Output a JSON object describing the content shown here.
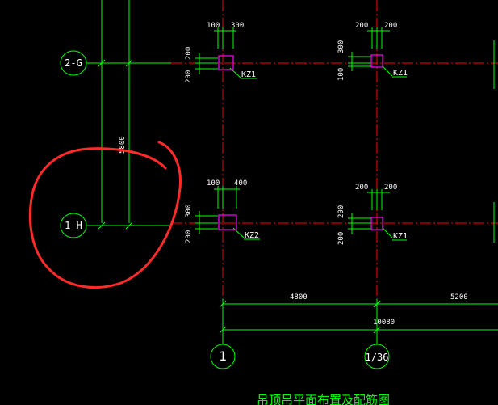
{
  "axes": {
    "row_upper": "2-G",
    "row_lower": "1-H",
    "col_left": "1",
    "col_right": "1/36"
  },
  "columns": {
    "kz1_upper_left": "KZ1",
    "kz1_upper_right": "KZ1",
    "kz2_lower_left": "KZ2",
    "kz1_lower_right": "KZ1"
  },
  "dimensions": {
    "ul_top_left": "100",
    "ul_top_right": "300",
    "ul_side_top": "200",
    "ul_side_bottom": "200",
    "ur_top_left": "200",
    "ur_top_right": "200",
    "ur_side_top": "300",
    "ur_side_bottom": "100",
    "ll_top_left": "100",
    "ll_top_right": "400",
    "ll_side_top": "300",
    "ll_side_bottom": "200",
    "lr_top_left": "200",
    "lr_top_right": "200",
    "lr_side_top": "200",
    "lr_side_bottom": "200",
    "left_vertical": "5800",
    "bay_1": "4800",
    "bay_2": "5200",
    "overall": "10080"
  },
  "title": "吊顶吊平面布置及配筋图",
  "colors": {
    "background": "#000000",
    "grid_line": "#ff0000",
    "dim_line": "#00ff00",
    "column": "#ff00ff",
    "text": "#ffffff",
    "markup": "#ff2a2a"
  }
}
